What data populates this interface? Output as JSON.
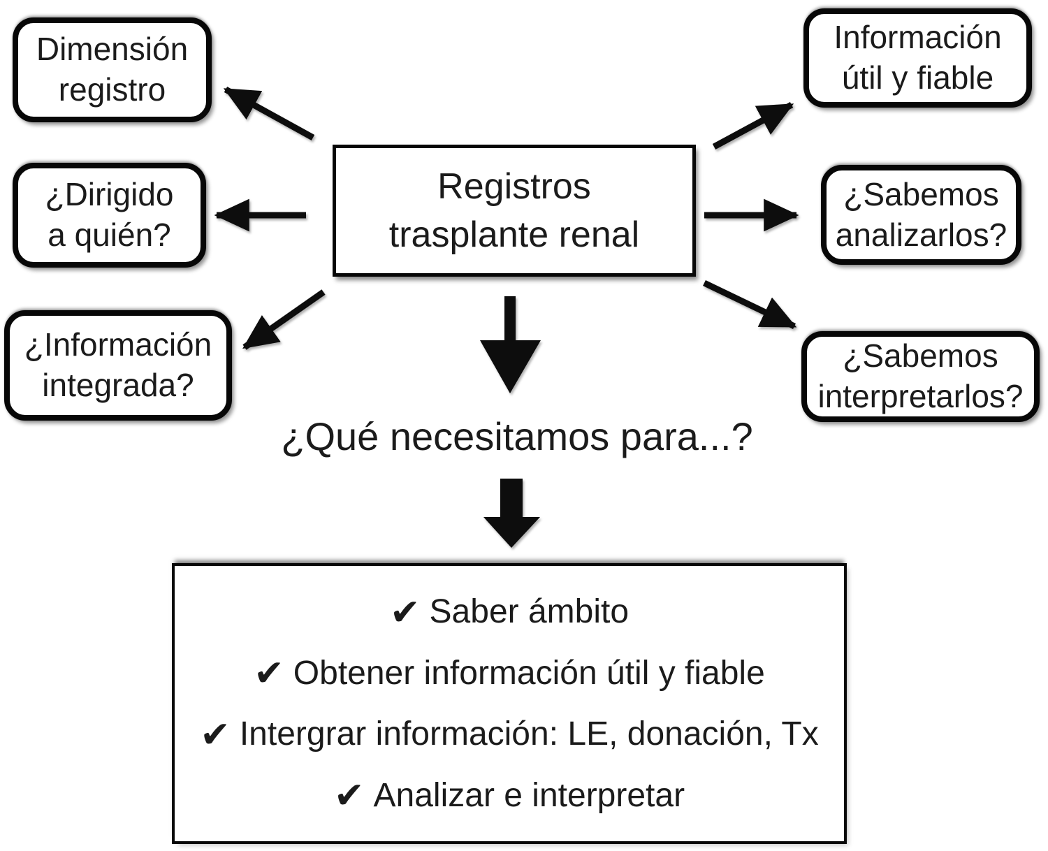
{
  "nodes": {
    "center": "Registros\ntrasplante renal",
    "dimension_registro": "Dimensión\nregistro",
    "dirigido_a_quien": "¿Dirigido\na quién?",
    "informacion_integrada": "¿Información\nintegrada?",
    "informacion_util_y_fiable": "Información\nútil y fiable",
    "sabemos_analizarlos": "¿Sabemos\nanalizarlos?",
    "sabemos_interpretarlos": "¿Sabemos\ninterpretarlos?"
  },
  "question": "¿Qué necesitamos para...?",
  "checklist": {
    "check_glyph": "✔",
    "items": [
      "Saber ámbito",
      "Obtener información útil y fiable",
      "Intergrar información: LE, donación, Tx",
      "Analizar e interpretar"
    ]
  },
  "colors": {
    "ink": "#1b1b1b",
    "border": "#070707",
    "arrow": "#0c0c0c",
    "background": "#ffffff"
  }
}
